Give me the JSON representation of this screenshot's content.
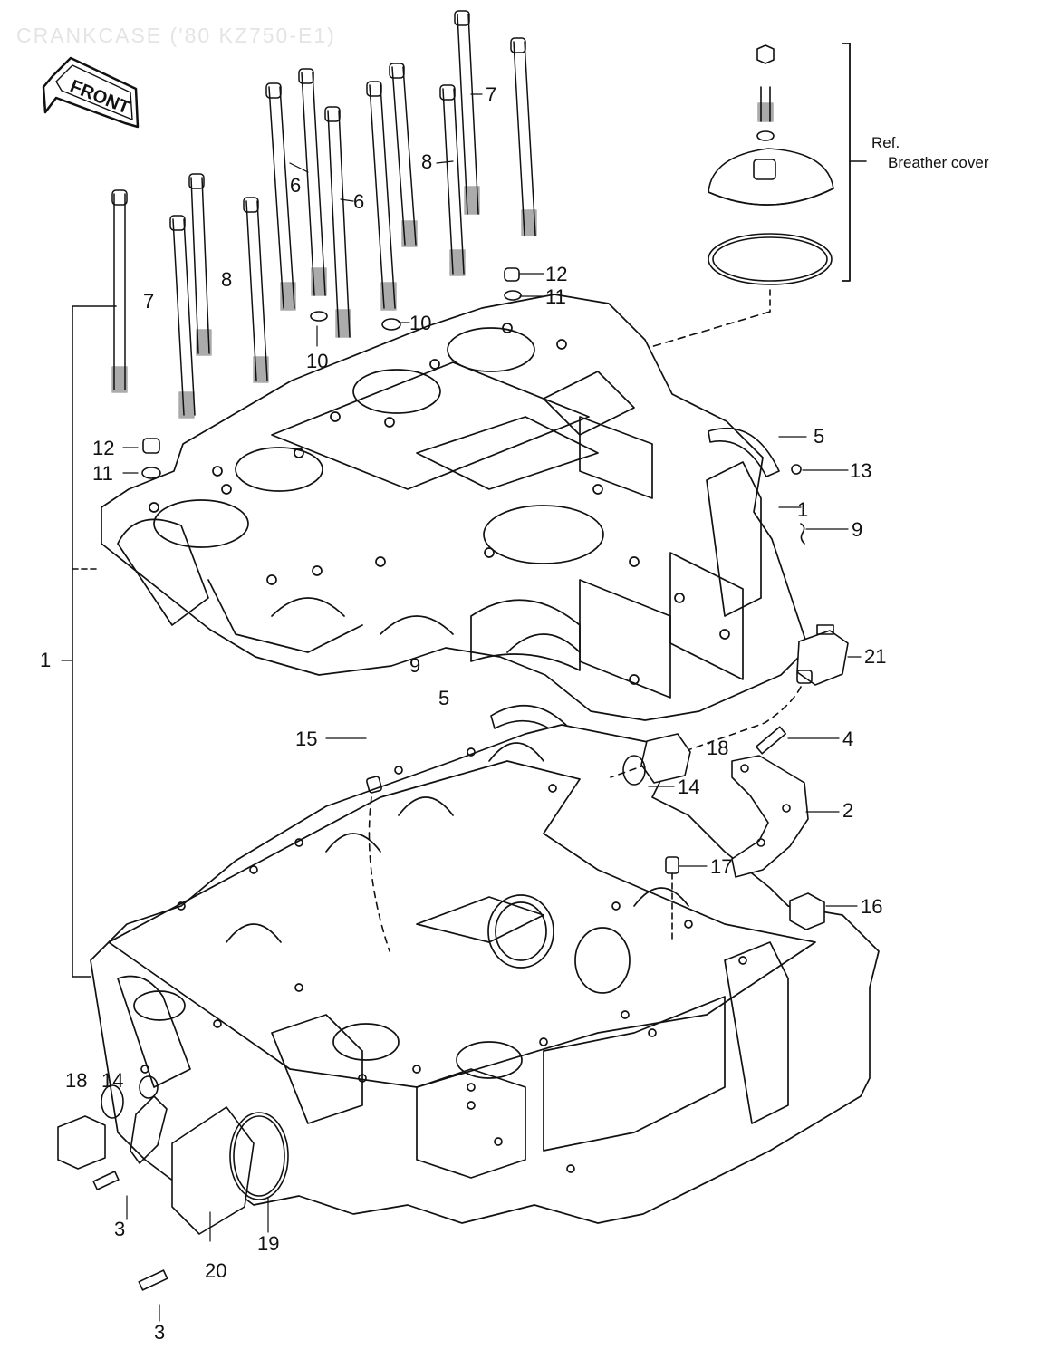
{
  "title": "CRANKCASE ('80 KZ750-E1)",
  "front_badge": "FRONT",
  "ref_note": {
    "line1": "Ref.",
    "line2": "Breather cover"
  },
  "callouts": {
    "c1_main": "1",
    "c1_small": "1",
    "c2": "2",
    "c3_upper": "3",
    "c3_lower": "3",
    "c4": "4",
    "c5_upper": "5",
    "c5_lower": "5",
    "c6_left": "6",
    "c6_right": "6",
    "c7_top": "7",
    "c7_left": "7",
    "c8_top": "8",
    "c8_left": "8",
    "c9_right": "9",
    "c9_lower": "9",
    "c10_left": "10",
    "c10_right": "10",
    "c11_right": "11",
    "c11_left": "11",
    "c12_right": "12",
    "c12_left": "12",
    "c13": "13",
    "c14_mid": "14",
    "c14_bottom": "14",
    "c15": "15",
    "c16": "16",
    "c17": "17",
    "c18_mid": "18",
    "c18_bottom": "18",
    "c19": "19",
    "c20": "20",
    "c21": "21"
  }
}
